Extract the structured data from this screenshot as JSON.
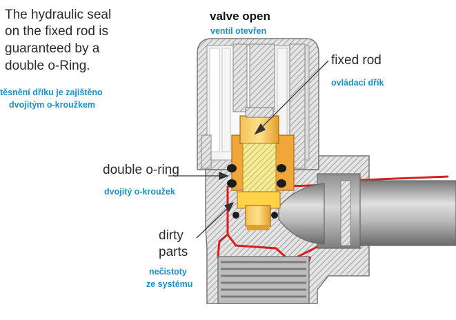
{
  "intro": {
    "en_lines": [
      "The hydraulic seal",
      "on the fixed rod is",
      "guaranteed by a",
      "double o-Ring."
    ],
    "cz_lines": [
      "těsnění dříku je zajištěno",
      "dvojitým o-kroužkem"
    ]
  },
  "header": {
    "title": "valve open",
    "title_cz": "ventil otevřen"
  },
  "labels": {
    "fixed_rod": "fixed rod",
    "fixed_rod_cz": "ovládací dřík",
    "double_oring": "double o-ring",
    "double_oring_cz": "dvojitý o-kroužek",
    "dirty_parts_lines": [
      "dirty",
      "parts"
    ],
    "dirty_parts_cz_lines": [
      "nečistoty",
      "ze systému"
    ]
  },
  "colors": {
    "english_text": "#2b2b2b",
    "czech_text": "#1a8fc9",
    "brass": "#e8a53c",
    "seal_red": "#d42020",
    "body_hatch": "#9a9a9a"
  }
}
